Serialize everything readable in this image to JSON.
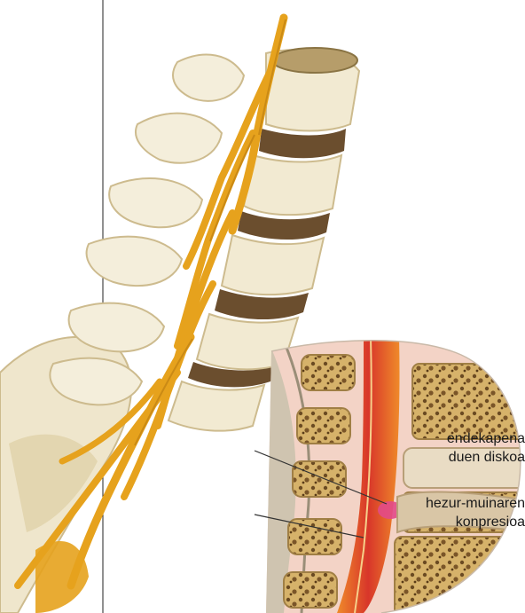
{
  "figure": {
    "left_illustration": "lumbar-spine-with-nerve-roots",
    "inset_illustration": "spinal-cord-cross-section",
    "colors": {
      "bone": "#f2ead2",
      "bone_shadow": "#d9c9a2",
      "disc": "#6b4e2e",
      "nerve": "#e6a21d",
      "nerve_dark": "#b87a10",
      "cord_red": "#d8362a",
      "cord_orange": "#ef8a2a",
      "inset_bg": "#f3d3c6",
      "marrow": "#c9a35c",
      "marrow_dots": "#6a4a22",
      "divider": "#222222"
    }
  },
  "annotations": {
    "herniated_disc": {
      "line1": "endekapena",
      "line2": "duen diskoa"
    },
    "cord_compression": {
      "line1": "hezur-muinaren",
      "line2": "konpresioa"
    }
  }
}
